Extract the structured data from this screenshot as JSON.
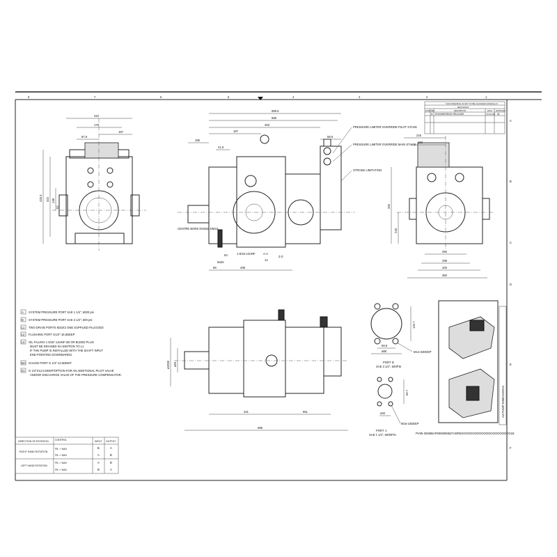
{
  "sheet": {
    "columns": [
      "8",
      "7",
      "6",
      "5",
      "4",
      "3",
      "2",
      "1"
    ],
    "rows": [
      "A",
      "B",
      "C",
      "D",
      "E",
      "F"
    ]
  },
  "revision_block": {
    "title": "THIS DRAWING IS NOT TO BE CHANGED MANUALLY",
    "heading": "REVISIONS",
    "columns": [
      "ZONE",
      "REV",
      "DESCRIPTION",
      "DATE",
      "APPROVED"
    ],
    "rows": [
      {
        "zone": "",
        "rev": "A",
        "description": "ENGINEERING RELEASE",
        "date": "27NOV06",
        "approved": "AL"
      }
    ]
  },
  "callouts": {
    "pilot_stage": "PRESSURE LIMITER OVERRIDE PILOT STAGE",
    "main_stage": "PRESSURE LIMITER OVERRIDE MAIN STAGE",
    "stroke_limitation": "STROKE LIMITATION",
    "centre_bore": "CENTRE BORE DIN332 DM16",
    "thread_port": "1-5/16-12UNF",
    "section_aa": "A-A",
    "section_zz": "Z-Z",
    "m14": "M14-32DEEP",
    "m16": "M16-24DEEP"
  },
  "dimensions": {
    "side": [
      "995.6",
      "585",
      "463",
      "187",
      "185",
      "21.5",
      "58.5",
      "58",
      "298",
      "53",
      "5ø32",
      "12"
    ],
    "left": [
      "310",
      "175",
      "187",
      "87.5",
      "425.3",
      "322",
      "138",
      "52"
    ],
    "right": [
      "215",
      "163",
      "265",
      "218",
      "250",
      "298",
      "325",
      "360"
    ],
    "bottom": [
      "341",
      "96L",
      "596",
      "ø3208",
      "ø50"
    ],
    "port_b": [
      "120.7",
      "69.8",
      "ø80"
    ],
    "port_a": [
      "66.7",
      "ø32"
    ]
  },
  "port_b": {
    "label": "PORT",
    "tag": "B",
    "spec": "SAE 3 1/2\", 500PSI"
  },
  "port_a": {
    "label": "PORT",
    "tag": "A",
    "spec": "SAE 1 1/4\", 6000PSI"
  },
  "notes": [
    {
      "tag": "A",
      "text": "SYSTEM PRESSURE PORT SAE 1 1/4\", 6000 psi"
    },
    {
      "tag": "B",
      "text": "SYSTEM PRESSURE PORT SAE 3 1/2\", 500 psi"
    },
    {
      "tag": "L1",
      "text": "TWO DRAIN PORTS M33X2 ONE SUPPLIED PLUGGED"
    },
    {
      "tag": "L2",
      "text": "FLUSHING PORT G1/2\"-16.5DEEP"
    },
    {
      "tag": "L3",
      "text": "OIL FILLING 1 5/16\"-12UNF-2B OR BLEED PLUG",
      "more": [
        "MUST BE DRAINED IN ADDITION TO L1",
        "IF THE PUMP IS INSTALLED WITH THE SHAFT INPUT",
        "END POINTING DOWNWARDS."
      ]
    },
    {
      "tag": "MA",
      "text": "GAUGE PORT G 1/4\"-12.5DEEP"
    },
    {
      "tag": "X1",
      "text": "G 1/4\"X12.5-DEEP/OPTION FOR AN ADDITIONAL PILOT VALVE",
      "more": [
        "AND/OR DISCHARGE VALVE OF THE PRESSURE COMPENSATOR."
      ]
    }
  ],
  "rotation_table": {
    "headers": [
      "DIRECTION OF ROTATION",
      "CONTROL",
      "INPUT",
      "OUTPUT"
    ],
    "rows": [
      {
        "direction": "RIGHT HAND ROTATION",
        "control": [
          "FB -+ MAX",
          "FB -+ MAX"
        ],
        "input": [
          "B",
          "A"
        ],
        "output": [
          "A",
          "B"
        ]
      },
      {
        "direction": "LEFT HAND ROTATION",
        "control": [
          "FB -+ MAX",
          "FB -+ MAX"
        ],
        "input": [
          "A",
          "B"
        ],
        "output": [
          "B",
          "A"
        ]
      }
    ]
  },
  "part_number": "PV05-250MBAP000M0M5ZYABFBOOOOOOOOOOOOOOOOOOOOOO18",
  "title_strip": "A3 PUMP DIMENSIONS"
}
